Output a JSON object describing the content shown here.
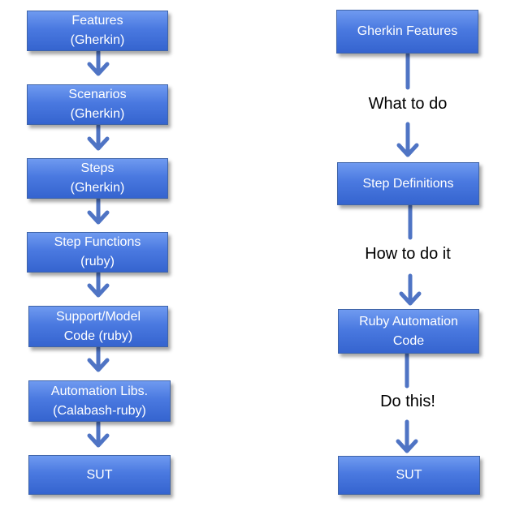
{
  "left_column": [
    {
      "line1": "Features",
      "line2": "(Gherkin)"
    },
    {
      "line1": "Scenarios",
      "line2": "(Gherkin)"
    },
    {
      "line1": "Steps",
      "line2": "(Gherkin)"
    },
    {
      "line1": "Step Functions",
      "line2": "(ruby)"
    },
    {
      "line1": "Support/Model",
      "line2": "Code (ruby)"
    },
    {
      "line1": "Automation Libs.",
      "line2": "(Calabash-ruby)"
    },
    {
      "line1": "SUT",
      "line2": ""
    }
  ],
  "right_column": [
    {
      "line1": "Gherkin Features",
      "line2": ""
    },
    {
      "line1": "Step Definitions",
      "line2": ""
    },
    {
      "line1": "Ruby Automation",
      "line2": "Code"
    },
    {
      "line1": "SUT",
      "line2": ""
    }
  ],
  "connector_labels": [
    "What to do",
    "How to do it",
    "Do this!"
  ],
  "colors": {
    "box": "#4a79e0",
    "arrow": "#4f74c4",
    "text": "#ffffff"
  }
}
